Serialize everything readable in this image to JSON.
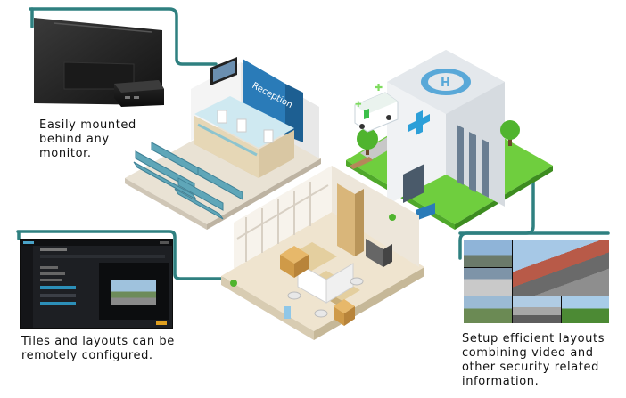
{
  "captions": {
    "monitor": [
      "Easily mounted",
      "behind any",
      "monitor."
    ],
    "tiles": [
      "Tiles and layouts can be",
      "remotely configured."
    ],
    "layouts": [
      "Setup efficient layouts",
      "combining video and",
      "other security related",
      "information."
    ]
  },
  "scene": {
    "reception_sign": "Reception"
  },
  "colors": {
    "connector_teal": "#2f8080",
    "grass_green": "#6fce3e",
    "building_white": "#eef1f3",
    "reception_blue": "#2a7bb8",
    "floor_wood": "#e8d9b8"
  }
}
